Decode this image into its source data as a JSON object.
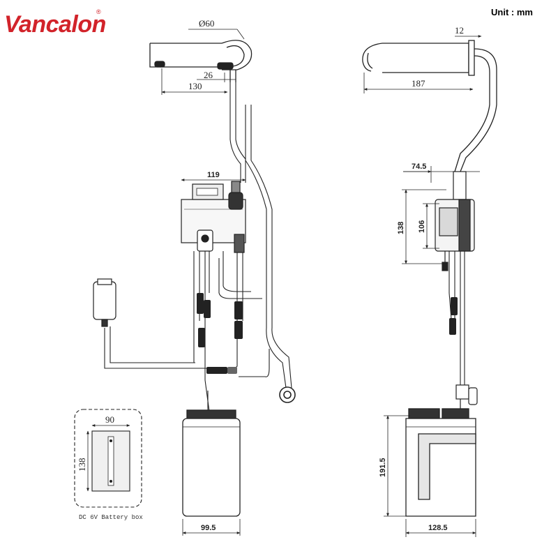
{
  "brand": {
    "name": "Vancalon",
    "reg_mark": "®",
    "color": "#d2232a"
  },
  "unit_label": "Unit :  mm",
  "dimensions": {
    "spout_diameter": "Ø60",
    "outlet_offset": "26",
    "spout_reach": "130",
    "side_spout_length": "187",
    "side_wall_thickness": "12",
    "control_box_width": "119",
    "control_box_side_depth": "74.5",
    "control_box_height": "138",
    "control_box_inner_height": "106",
    "battery_width": "90",
    "battery_height": "138",
    "tank_front_width": "99.5",
    "tank_side_width": "128.5",
    "tank_height": "191.5"
  },
  "battery_box_caption": "DC 6V Battery box",
  "colors": {
    "line": "#333333",
    "dark": "#1a1a1a",
    "fill_light": "#f4f4f4",
    "fill_mid": "#d9d9d9"
  }
}
